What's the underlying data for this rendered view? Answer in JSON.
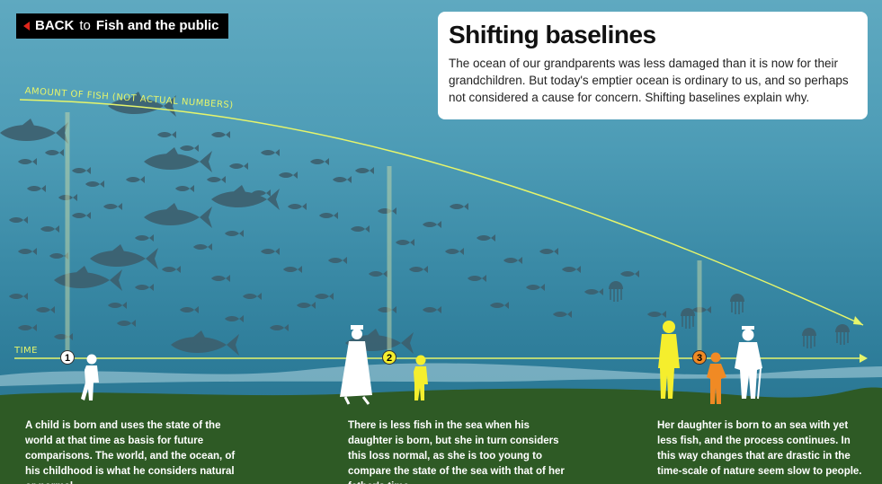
{
  "back_button": {
    "prefix": "BACK",
    "to": "to",
    "target": "Fish and the public"
  },
  "title_box": {
    "title": "Shifting baselines",
    "body": "The ocean of our grandparents was less damaged than it is now for their grandchildren. But today's emptier ocean is ordinary to us, and so perhaps not considered a cause for concern. Shifting baselines explain why."
  },
  "axes": {
    "fish_label": "AMOUNT OF FISH (NOT ACTUAL NUMBERS)",
    "time_label": "TIME"
  },
  "stages": [
    {
      "number": "1",
      "caption": "A child is born and uses the state of the world at that time as basis for future comparisons. The world, and the ocean, of his childhood is what he considers natural or normal."
    },
    {
      "number": "2",
      "caption": "There is less fish in the sea when his daughter is born, but she in turn considers this loss normal, as she is too young to compare the state of the sea with that of her father's time."
    },
    {
      "number": "3",
      "caption": "Her daughter is born to an sea with yet less fish, and the process continues. In this way changes that are drastic in the time-scale of nature seem slow to people."
    }
  ],
  "colors": {
    "axis": "#e6f56b",
    "ground": "#2e5a25",
    "generation1": "#ffffff",
    "generation2": "#f5ee2d",
    "generation3": "#f08a24",
    "fish": "#3d5f6e"
  },
  "icons": [
    "back-arrow-icon",
    "fish-icon",
    "jellyfish-icon",
    "person-icon"
  ]
}
